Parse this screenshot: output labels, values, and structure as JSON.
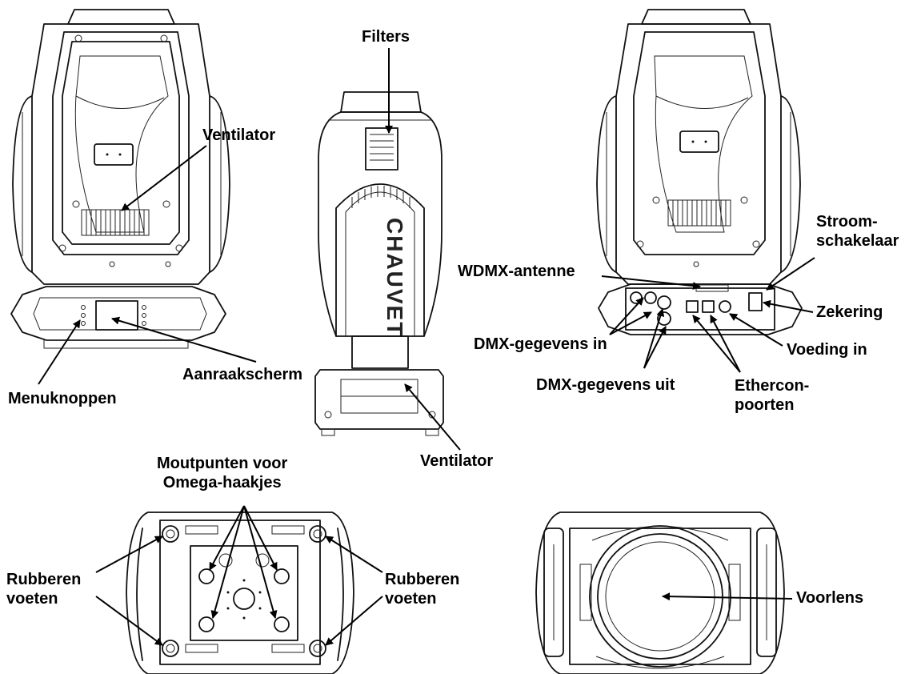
{
  "labels": {
    "filters": "Filters",
    "ventilator_left": "Ventilator",
    "ventilator_center": "Ventilator",
    "aanraakscherm": "Aanraakscherm",
    "menuknoppen": "Menuknoppen",
    "wdmx_antenne": "WDMX-antenne",
    "stroom_line1": "Stroom-",
    "stroom_line2": "schakelaar",
    "zekering": "Zekering",
    "dmx_in": "DMX-gegevens in",
    "voeding_in": "Voeding in",
    "dmx_uit": "DMX-gegevens uit",
    "ethercon_line1": "Ethercon-",
    "ethercon_line2": "poorten",
    "moutpunten_line1": "Moutpunten voor",
    "moutpunten_line2": "Omega-haakjes",
    "rubber_left_line1": "Rubberen",
    "rubber_left_line2": "voeten",
    "rubber_right_line1": "Rubberen",
    "rubber_right_line2": "voeten",
    "voorlens": "Voorlens",
    "brand": "CHAUVET"
  },
  "colors": {
    "line": "#111111",
    "background": "#ffffff"
  }
}
